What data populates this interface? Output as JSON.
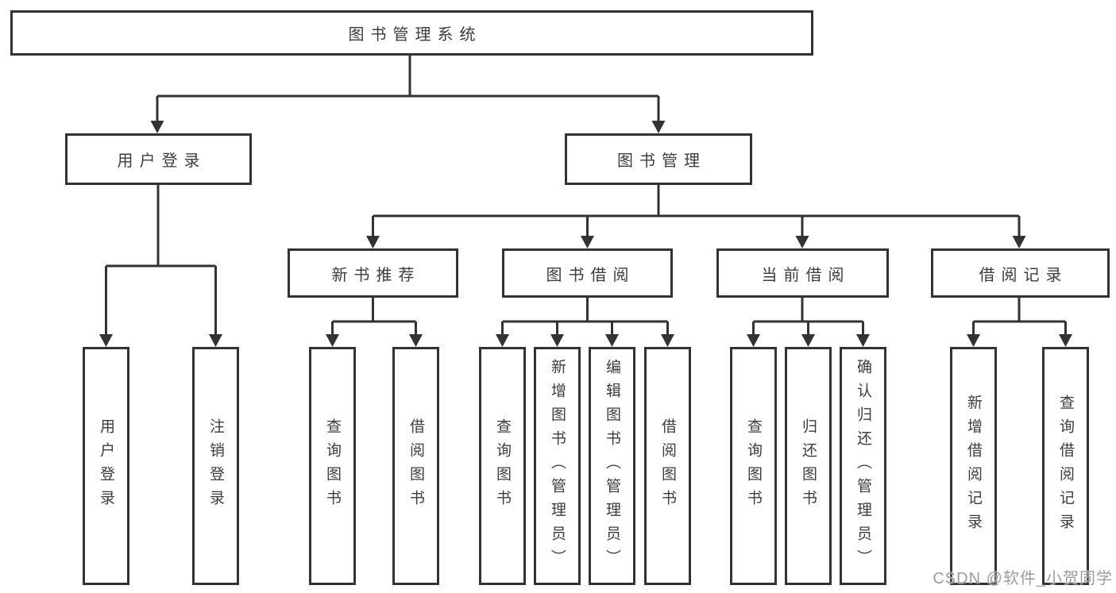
{
  "colors": {
    "line": "#333333",
    "box_border": "#333333",
    "text": "#3d3d3d",
    "background": "#ffffff",
    "watermark": "#9c9c9c"
  },
  "watermark": {
    "text": "CSDN @软件_小贺同学"
  },
  "tree": {
    "root": "图书管理系统",
    "branches": [
      {
        "label": "用户登录",
        "children": [
          "用户登录",
          "注销登录"
        ]
      },
      {
        "label": "图书管理",
        "children": [
          {
            "label": "新书推荐",
            "children": [
              "查询图书",
              "借阅图书"
            ]
          },
          {
            "label": "图书借阅",
            "children": [
              "查询图书",
              "新增图书（管理员）",
              "编辑图书（管理员）",
              "借阅图书"
            ]
          },
          {
            "label": "当前借阅",
            "children": [
              "查询图书",
              "归还图书",
              "确认归还（管理员）"
            ]
          },
          {
            "label": "借阅记录",
            "children": [
              "新增借阅记录",
              "查询借阅记录"
            ]
          }
        ]
      }
    ]
  }
}
